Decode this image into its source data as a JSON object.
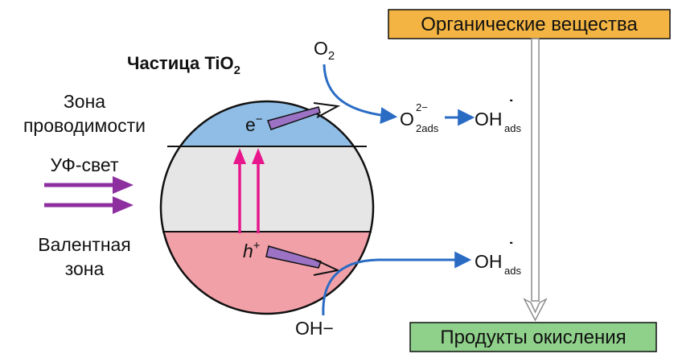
{
  "colors": {
    "conduction_band": "#8fbde6",
    "band_gap": "#e6e6e6",
    "valence_band": "#f2a0a8",
    "outline": "#111111",
    "electron_arrow": "#9b72c4",
    "excitation_arrow": "#e8168c",
    "uv_arrow": "#8e2fa0",
    "reaction_arrow": "#2a6cc4",
    "top_box_fill": "#f3b443",
    "bottom_box_fill": "#8fd18b",
    "flow_arrow": "#8c8c8c"
  },
  "labels": {
    "particle_title_prefix": "Частица TiO",
    "particle_title_sub": "2",
    "conduction_line1": "Зона",
    "conduction_line2": "проводимости",
    "uv_light": "УФ-свет",
    "valence_line1": "Валентная",
    "valence_line2": "зона",
    "electron": "e",
    "electron_sup": "−",
    "hole": "h",
    "hole_sup": "+",
    "o2_main": "O",
    "o2_sub": "2",
    "superoxide_main": "O",
    "superoxide_sup": "2−",
    "superoxide_sub": "2ads",
    "oh_radical_main": "OH",
    "oh_radical_sup": "˙",
    "oh_radical_sub": "ads",
    "hydroxide": "OH−",
    "organic_box": "Органические вещества",
    "products_box": "Продукты окисления"
  }
}
